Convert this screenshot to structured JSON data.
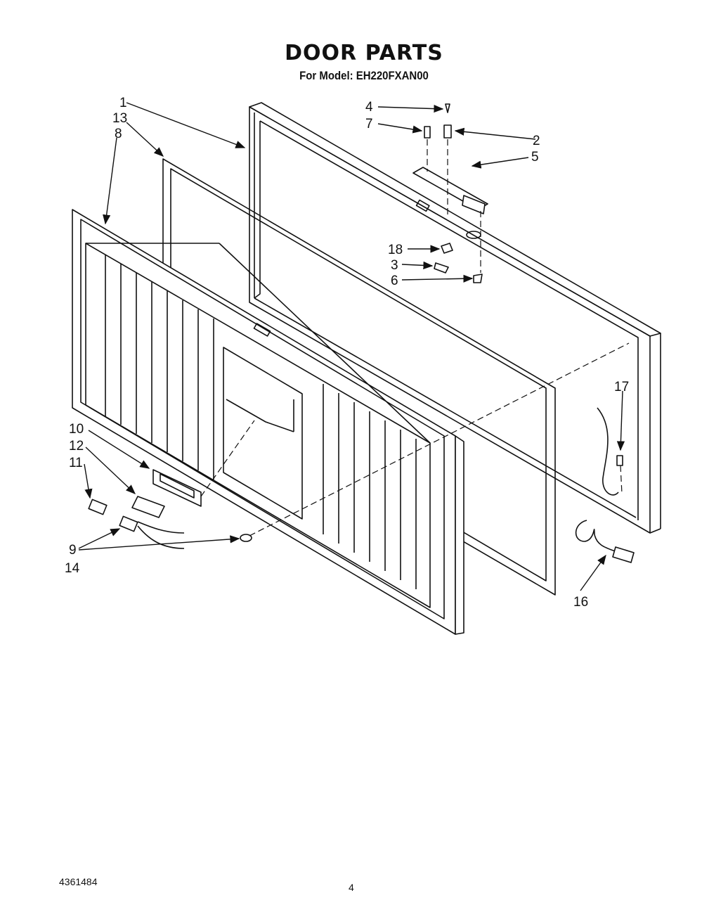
{
  "header": {
    "title": "DOOR PARTS",
    "subtitle": "For Model: EH220FXAN00"
  },
  "callouts": {
    "c1": "1",
    "c13": "13",
    "c8": "8",
    "c4": "4",
    "c7": "7",
    "c2": "2",
    "c5": "5",
    "c18": "18",
    "c3": "3",
    "c6": "6",
    "c17": "17",
    "c10": "10",
    "c12": "12",
    "c11": "11",
    "c9": "9",
    "c14": "14",
    "c16": "16"
  },
  "footer": {
    "doc_number": "4361484",
    "page_number": "4"
  }
}
